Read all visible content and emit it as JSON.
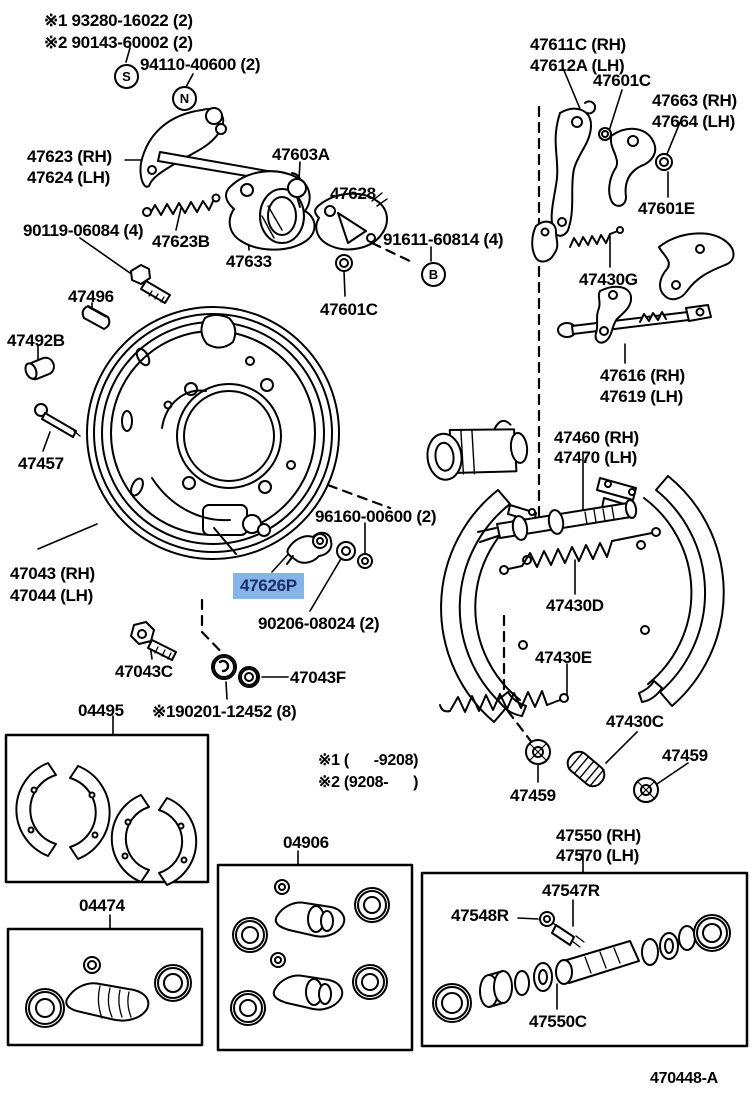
{
  "diagram": {
    "drawing_code": "470448-A",
    "highlighted_part": "47626P",
    "colors": {
      "line": "#000000",
      "background": "#ffffff",
      "highlight_bg": "#85b3ea",
      "highlight_text": "#1b2d6b"
    }
  },
  "markers": {
    "s": "S",
    "n": "N",
    "b": "B"
  },
  "labels": {
    "note_93280": "※1 93280-16022 (2)",
    "note_90143": "※2 90143-60002 (2)",
    "p94110": "94110-40600 (2)",
    "p47611c": "47611C (RH)",
    "p47612a": "47612A (LH)",
    "p47601c_top": "47601C",
    "p47663": "47663 (RH)",
    "p47664": "47664 (LH)",
    "p47623": "47623 (RH)",
    "p47624": "47624 (LH)",
    "p47603a": "47603A",
    "p47628": "47628",
    "p47601e": "47601E",
    "p90119": "90119-06084 (4)",
    "p91611": "91611-60814 (4)",
    "p47623b": "47623B",
    "p47633": "47633",
    "p47430g": "47430G",
    "p47601c_left": "47601C",
    "p47496": "47496",
    "p47492b": "47492B",
    "p47616": "47616 (RH)",
    "p47619": "47619 (LH)",
    "p47457": "47457",
    "p47460": "47460 (RH)",
    "p47470": "47470 (LH)",
    "p96160": "96160-00600 (2)",
    "p47043": "47043 (RH)",
    "p47044": "47044 (LH)",
    "p47626p": "47626P",
    "p47430d": "47430D",
    "p90206": "90206-08024 (2)",
    "p47430e": "47430E",
    "p47043c": "47043C",
    "p47043f": "47043F",
    "p04495": "04495",
    "p190201": "※190201-12452 (8)",
    "p47430c": "47430C",
    "note_range1": "※1 (      -9208)",
    "note_range2": "※2 (9208-      )",
    "p47459_lower": "47459",
    "p47459_right": "47459",
    "p47550": "47550 (RH)",
    "p47570": "47570 (LH)",
    "p04906": "04906",
    "p47547r": "47547R",
    "p04474": "04474",
    "p47548r": "47548R",
    "p47550c": "47550C",
    "drawing_code": "470448-A"
  }
}
